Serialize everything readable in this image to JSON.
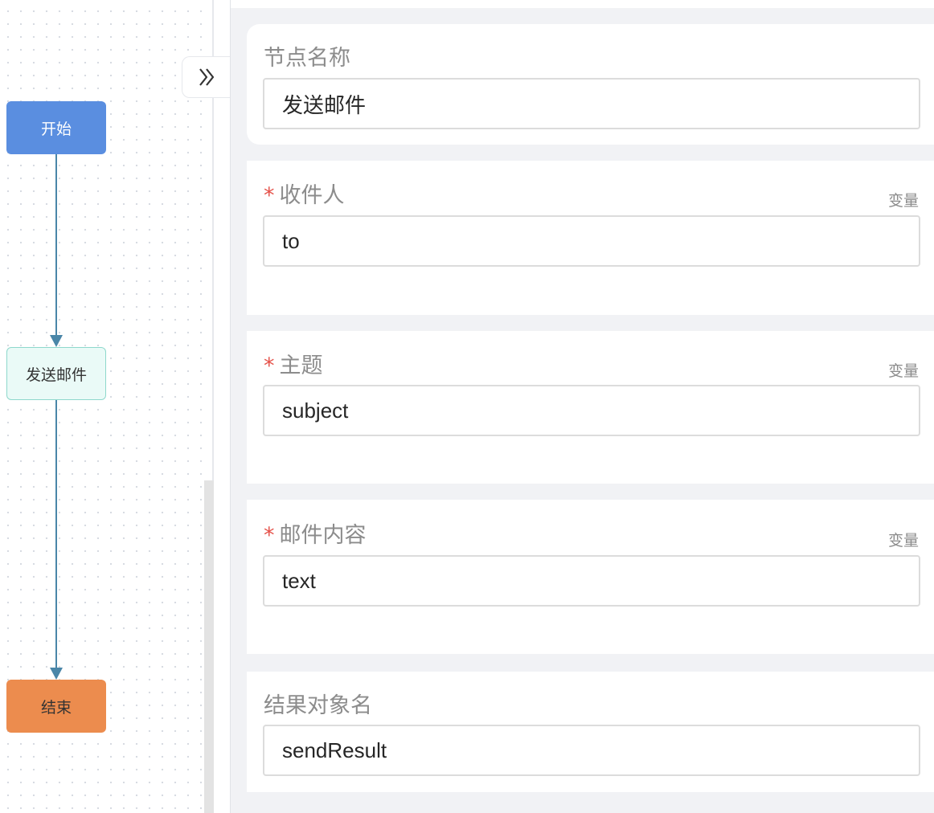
{
  "flow": {
    "nodes": {
      "start": "开始",
      "send_mail": "发送邮件",
      "end": "结束"
    },
    "colors": {
      "start": "#5a8ee0",
      "send_mail": "#eafaf7",
      "end": "#ec8c4e",
      "edge": "#4a86a8"
    }
  },
  "panel": {
    "collapse_icon": "double-chevron-right-icon",
    "node_name": {
      "label": "节点名称",
      "value": "发送邮件"
    },
    "recipient": {
      "label": "收件人",
      "required_mark": "*",
      "var_link": "变量",
      "value": "to"
    },
    "subject": {
      "label": "主题",
      "required_mark": "*",
      "var_link": "变量",
      "value": "subject"
    },
    "content": {
      "label": "邮件内容",
      "required_mark": "*",
      "var_link": "变量",
      "value": "text"
    },
    "result_name": {
      "label": "结果对象名",
      "value": "sendResult"
    }
  }
}
